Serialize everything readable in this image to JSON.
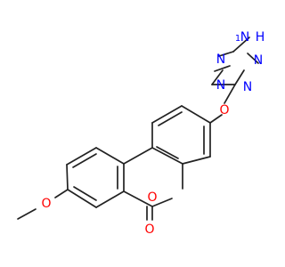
{
  "molecule": {
    "atoms": {
      "methoxy_o": {
        "text": "O",
        "color": "#ff0000"
      },
      "ring_o": {
        "text": "O",
        "color": "#ff0000"
      },
      "carbonyl_o": {
        "text": "O",
        "color": "#ff0000"
      },
      "ether_o": {
        "text": "O",
        "color": "#ff0000"
      },
      "tetrazole_n1": {
        "text": "N",
        "color": "#0000ff"
      },
      "tetrazole_n2": {
        "text": "N",
        "color": "#0000ff"
      },
      "tetrazole_n3": {
        "text": "N",
        "color": "#0000ff"
      },
      "tetrazole_n4": {
        "text": "N",
        "color": "#0000ff"
      },
      "nh_n": {
        "text": "N",
        "color": "#0000ff"
      },
      "nh_h": {
        "text": "H",
        "color": "#0000ff"
      },
      "nh_one": {
        "text": "1",
        "color": "#0000ff"
      }
    }
  }
}
